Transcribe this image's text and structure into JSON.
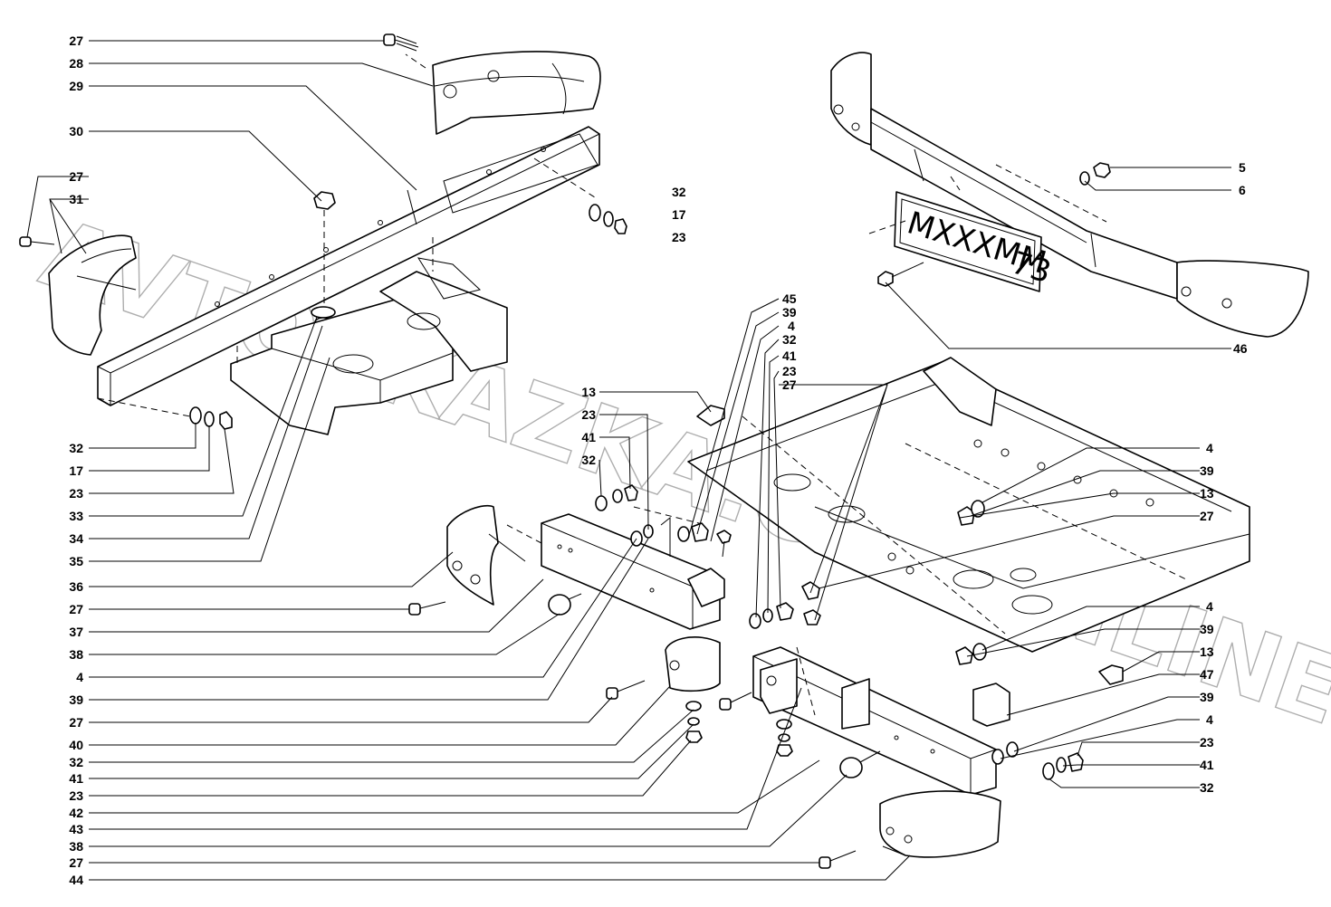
{
  "watermark": "AVTOSKAZKA.CAT.ONLINE",
  "plate": {
    "text": "MXXXMM",
    "region": "73"
  },
  "labels": {
    "left": [
      "27",
      "28",
      "29",
      "30",
      "27",
      "31",
      "32",
      "17",
      "23",
      "33",
      "34",
      "35",
      "36",
      "27",
      "37",
      "38",
      "4",
      "39",
      "27",
      "40",
      "32",
      "41",
      "23",
      "42",
      "43",
      "38",
      "27",
      "44"
    ],
    "top_right": [
      "5",
      "6",
      "46"
    ],
    "center": [
      "45",
      "39",
      "4",
      "32",
      "41",
      "23",
      "27",
      "13",
      "23",
      "41",
      "32"
    ],
    "right": [
      "4",
      "39",
      "13",
      "27",
      "4",
      "39",
      "13",
      "47",
      "39",
      "4",
      "23",
      "41",
      "32"
    ],
    "top_left_31": "31",
    "top_left_27": "27",
    "left_32": "32",
    "left_17": "17",
    "left_23": "23"
  }
}
